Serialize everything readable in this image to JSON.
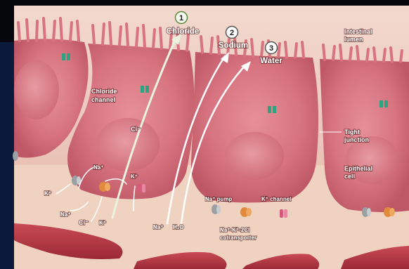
{
  "steps": [
    {
      "number": "1",
      "label": "Chloride"
    },
    {
      "number": "2",
      "label": "Sodium"
    },
    {
      "number": "3",
      "label": "Water"
    }
  ],
  "labels": {
    "intestinal_lumen_1": "Intestinal",
    "intestinal_lumen_2": "lumen",
    "chloride_channel_1": "Chloride",
    "chloride_channel_2": "channel",
    "cl_ion": "Cl⁻",
    "tight_junction_1": "Tight",
    "tight_junction_2": "junction",
    "epithelial_cell_1": "Epithelial",
    "epithelial_cell_2": "cell",
    "na_pump": "Na⁺ pump",
    "k_channel": "K⁺ channel",
    "cotransporter_1": "Na⁺-K⁺-2Cl",
    "cotransporter_2": "cotransporter",
    "na_top": "Na⁺",
    "k_right": "K⁺",
    "k_left": "K⁺",
    "na_left": "Na⁺",
    "cl_bottom": "Cl⁻",
    "k_bottom": "K⁺",
    "na_bottom": "Na⁺",
    "h2o_bottom": "H₂O"
  },
  "colors": {
    "background": "#0b1a3a",
    "lumen": "#e8c2b4",
    "cell": "#d8747f",
    "interstitial": "#f0d2c0",
    "vessel": "#b83a45",
    "channel_green": "#2fa37f",
    "pump_gray": "#9aa0a6",
    "cotransporter_orange": "#e08a3c",
    "k_channel_pink": "#d65a7a",
    "arrow_fill": "#f2f8ea"
  }
}
